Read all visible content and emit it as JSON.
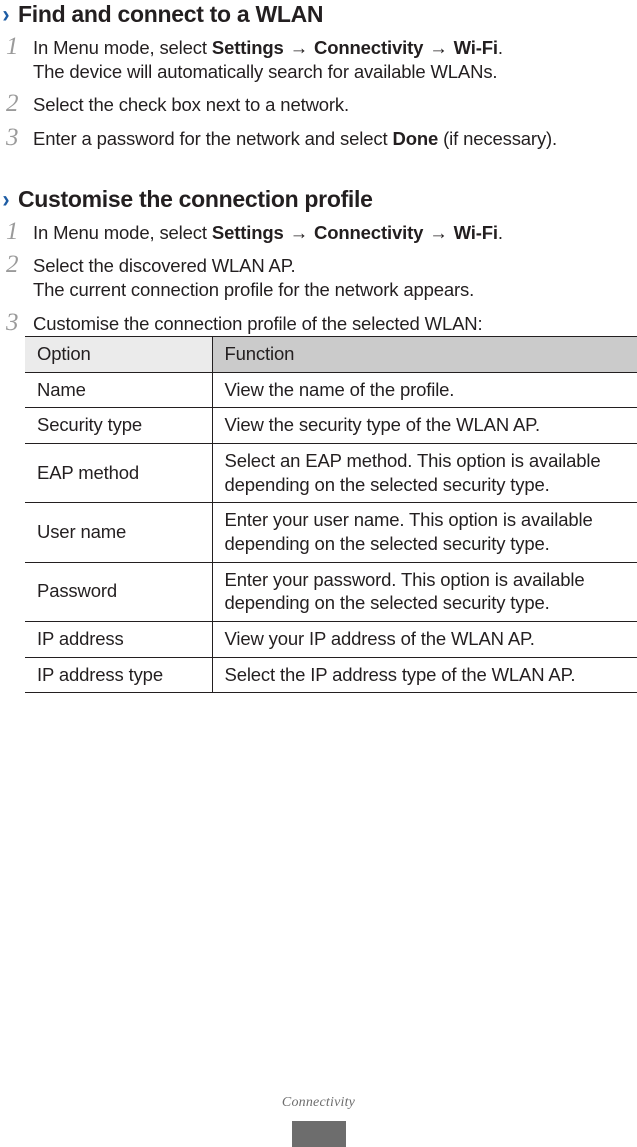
{
  "document": {
    "footer_label": "Connectivity",
    "accent_color": "#1d5ca4",
    "text_color": "#231f20",
    "number_color": "#9a9a9a",
    "page_tab_color": "#6d6d6d"
  },
  "sections": [
    {
      "chevron": "chevron-right-icon",
      "chevron_glyph": "›",
      "title": "Find and connect to a WLAN",
      "steps": [
        {
          "number": "1",
          "lines": [
            {
              "parts": [
                {
                  "text": "In Menu mode, select ",
                  "bold": false
                },
                {
                  "text": "Settings",
                  "bold": true
                },
                {
                  "text": " → ",
                  "bold": false
                },
                {
                  "text": "Connectivity",
                  "bold": true
                },
                {
                  "text": " → ",
                  "bold": false
                },
                {
                  "text": "Wi-Fi",
                  "bold": true
                },
                {
                  "text": ".",
                  "bold": false
                }
              ]
            },
            {
              "parts": [
                {
                  "text": "The device will automatically search for available WLANs.",
                  "bold": false
                }
              ]
            }
          ]
        },
        {
          "number": "2",
          "lines": [
            {
              "parts": [
                {
                  "text": "Select the check box next to a network.",
                  "bold": false
                }
              ]
            }
          ]
        },
        {
          "number": "3",
          "lines": [
            {
              "parts": [
                {
                  "text": "Enter a password for the network and select ",
                  "bold": false
                },
                {
                  "text": "Done",
                  "bold": true
                },
                {
                  "text": " (if necessary).",
                  "bold": false
                }
              ]
            }
          ]
        }
      ]
    },
    {
      "chevron": "chevron-right-icon",
      "chevron_glyph": "›",
      "title": "Customise the connection profile",
      "steps": [
        {
          "number": "1",
          "lines": [
            {
              "parts": [
                {
                  "text": "In Menu mode, select ",
                  "bold": false
                },
                {
                  "text": "Settings",
                  "bold": true
                },
                {
                  "text": " → ",
                  "bold": false
                },
                {
                  "text": "Connectivity",
                  "bold": true
                },
                {
                  "text": " → ",
                  "bold": false
                },
                {
                  "text": "Wi-Fi",
                  "bold": true
                },
                {
                  "text": ".",
                  "bold": false
                }
              ]
            }
          ]
        },
        {
          "number": "2",
          "lines": [
            {
              "parts": [
                {
                  "text": "Select the discovered WLAN AP.",
                  "bold": false
                }
              ]
            },
            {
              "parts": [
                {
                  "text": "The current connection profile for the network appears.",
                  "bold": false
                }
              ]
            }
          ]
        },
        {
          "number": "3",
          "lines": [
            {
              "parts": [
                {
                  "text": "Customise the connection profile of the selected WLAN:",
                  "bold": false
                }
              ]
            }
          ]
        }
      ]
    }
  ],
  "table": {
    "headers": [
      "Option",
      "Function"
    ],
    "rows": [
      {
        "option": "Name",
        "function": "View the name of the profile."
      },
      {
        "option": "Security type",
        "function": "View the security type of the WLAN AP."
      },
      {
        "option": "EAP method",
        "function": "Select an EAP method. This option is available depending on the selected security type."
      },
      {
        "option": "User name",
        "function": "Enter your user name. This option is available depending on the selected security type."
      },
      {
        "option": "Password",
        "function": "Enter your password. This option is available depending on the selected security type."
      },
      {
        "option": "IP address",
        "function": "View your IP address of the WLAN AP."
      },
      {
        "option": "IP address type",
        "function": "Select the IP address type of the WLAN AP."
      }
    ]
  }
}
